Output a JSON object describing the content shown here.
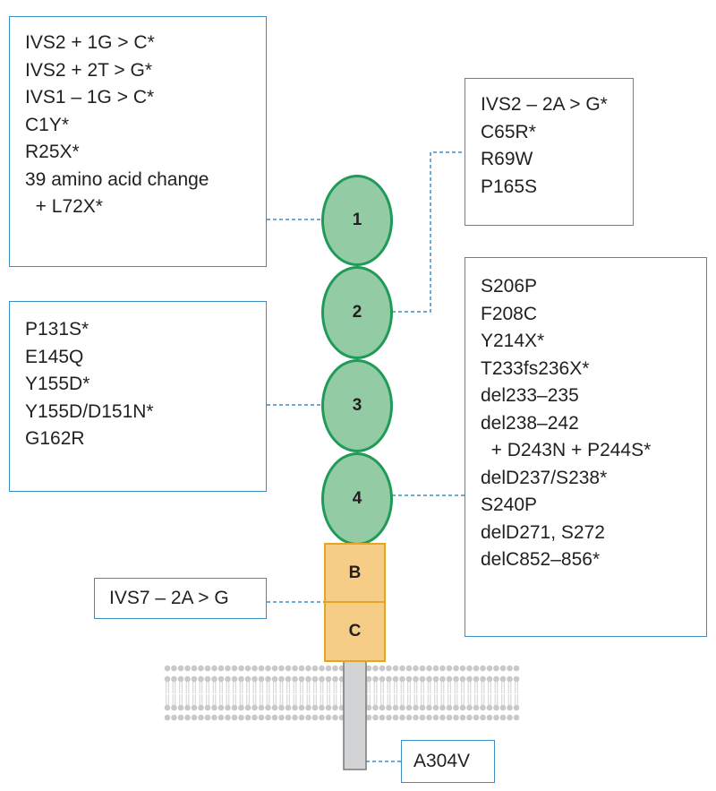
{
  "domains": [
    "1",
    "2",
    "3",
    "4"
  ],
  "segments": [
    "B",
    "C"
  ],
  "boxes": {
    "domain1": [
      "IVS2 + 1G > C*",
      "IVS2 + 2T > G*",
      "IVS1 – 1G > C*",
      "C1Y*",
      "R25X*",
      "39 amino acid change",
      "  + L72X*"
    ],
    "domain2": [
      "IVS2 – 2A > G*",
      "C65R*",
      "R69W",
      "P165S"
    ],
    "domain3": [
      "P131S*",
      "E145Q",
      "Y155D*",
      "Y155D/D151N*",
      "G162R"
    ],
    "domain4": [
      "S206P",
      "F208C",
      "Y214X*",
      "T233fs236X*",
      "del233–235",
      "del238–242",
      "  + D243N + P244S*",
      "delD237/S238*",
      "S240P",
      "delD271, S272",
      "delC852–856*"
    ],
    "segmentBC": [
      "IVS7 – 2A > G"
    ],
    "transmembrane": [
      "A304V"
    ]
  },
  "colors": {
    "domain_fill": "#93cca4",
    "domain_stroke": "#1f9a58",
    "segment_fill": "#f5cd87",
    "segment_stroke": "#e5a524",
    "box_border": "#3b8fc5",
    "membrane": "#c9c9c9",
    "tm_fill": "#d2d3d5"
  }
}
